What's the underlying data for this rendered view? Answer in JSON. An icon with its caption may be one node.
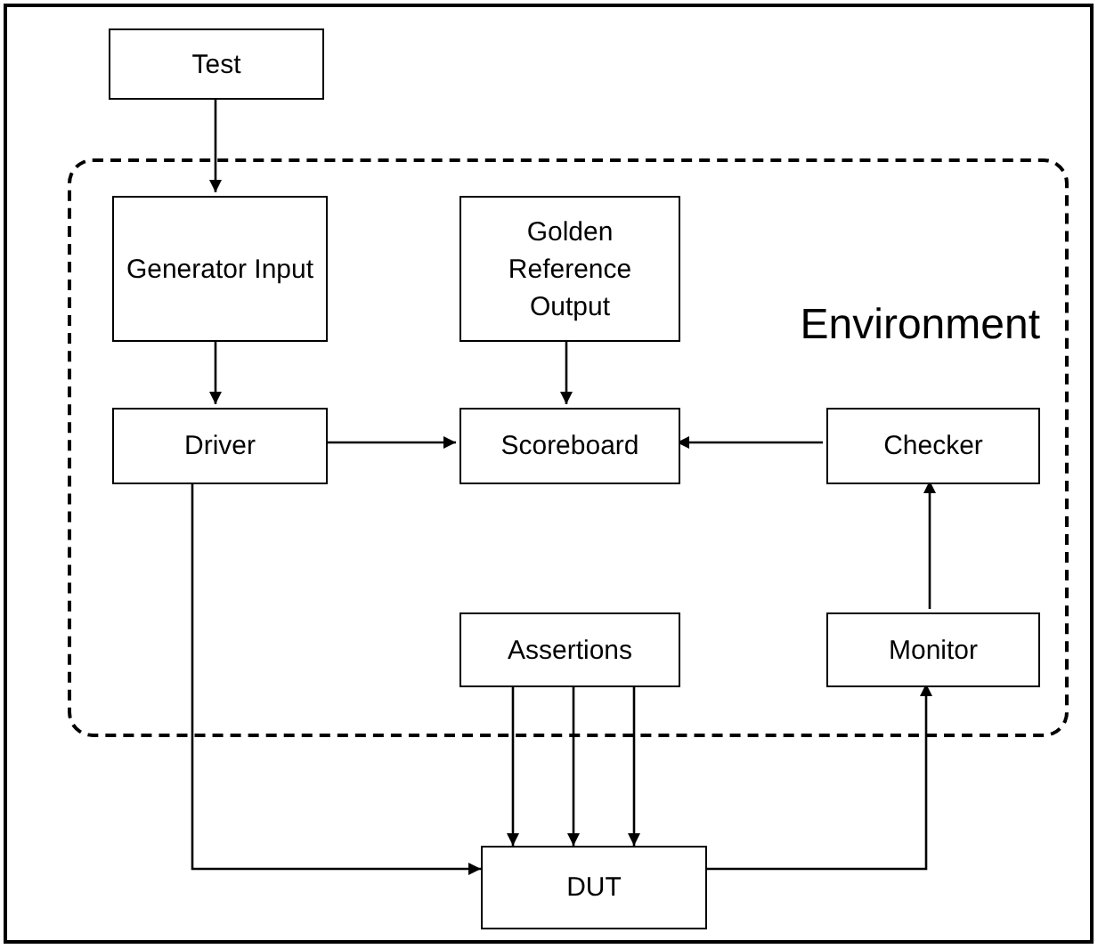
{
  "diagram": {
    "nodes": [
      {
        "text": [
          "Test"
        ]
      },
      {
        "text": [
          "Environment"
        ]
      },
      {
        "text": [
          "Generator Input"
        ],
        "in": 1
      },
      {
        "text": [
          "Golden Reference Output"
        ],
        "in": 1
      },
      {
        "text": [
          "Driver"
        ],
        "in": 1
      },
      {
        "text": [
          "Scoreboard"
        ],
        "in": 1
      },
      {
        "text": [
          "Checker"
        ],
        "in": 1
      },
      {
        "text": [
          "Assertions"
        ],
        "in": 1
      },
      {
        "text": [
          "Monitor"
        ],
        "in": 1
      },
      {
        "text": [
          "DUT"
        ]
      }
    ],
    "edges": [
      {
        "from": 0,
        "to": 2,
        "arrow": "to"
      },
      {
        "from": 2,
        "to": 4,
        "arrow": "to"
      },
      {
        "from": 3,
        "to": 5,
        "arrow": "to"
      },
      {
        "from": 4,
        "to": 5,
        "arrow": "to"
      },
      {
        "from": 6,
        "to": 5,
        "arrow": "to"
      },
      {
        "from": 8,
        "to": 6,
        "arrow": "to"
      },
      {
        "from": 7,
        "to": 9,
        "arrow": "to"
      },
      {
        "from": 7,
        "to": 9,
        "arrow": "to"
      },
      {
        "from": 7,
        "to": 9,
        "arrow": "to"
      },
      {
        "from": 4,
        "to": 9,
        "arrow": "to"
      },
      {
        "from": 9,
        "to": 8,
        "arrow": "to"
      }
    ]
  }
}
